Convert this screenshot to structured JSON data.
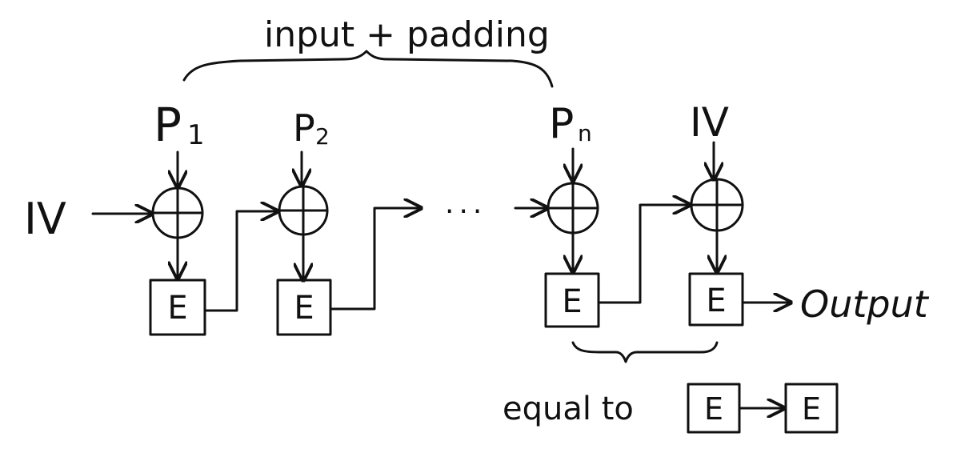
{
  "diagram": {
    "top_label": "input + padding",
    "inputs": {
      "p1": "P",
      "p1_sub": "1",
      "p2": "P",
      "p2_sub": "2",
      "pn": "P",
      "pn_sub": "n",
      "iv_left": "IV",
      "iv_right": "IV"
    },
    "ellipsis": "...",
    "block_label": "E",
    "output_label": "Output",
    "footnote": {
      "text": "equal to",
      "box1": "E",
      "box2": "E"
    }
  }
}
